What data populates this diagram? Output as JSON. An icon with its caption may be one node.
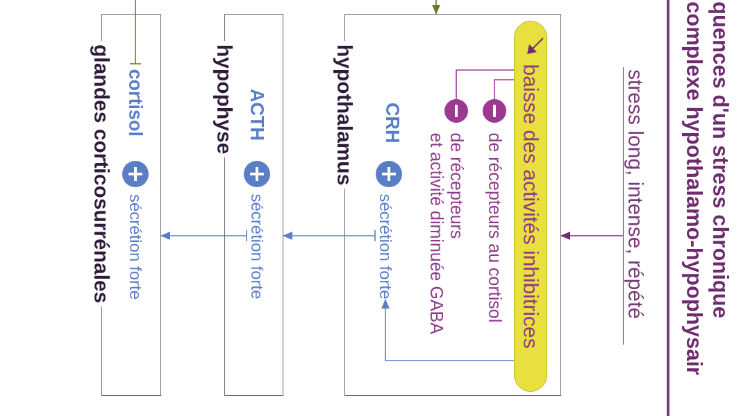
{
  "diagram": {
    "title": "quences d'un stress chronique complexe hypothalamo-hypophysair",
    "nodes": [
      {
        "text": [
          "stress long, intense, répété"
        ]
      },
      {
        "text": [
          "hypothalamus"
        ]
      },
      {
        "text": [
          "baisse des activités inhibitrices"
        ],
        "in": 1
      },
      {
        "text": [],
        "shape": "circle",
        "beside": [
          "de récepteurs au cortisol"
        ],
        "in": 1
      },
      {
        "text": [],
        "shape": "circle",
        "beside": [
          "de récepteurs et activité diminuée GABA"
        ],
        "in": 1
      },
      {
        "text": [
          "sécrétion forte"
        ],
        "in": 1
      },
      {
        "text": [
          "hypophyse"
        ]
      },
      {
        "text": [
          "sécrétion forte"
        ],
        "in": 6
      },
      {
        "text": [
          "glandes corticosurrénales"
        ]
      },
      {
        "text": [
          "cortisol"
        ],
        "in": 8
      }
    ],
    "edges": [
      {
        "from": 0,
        "to": 1,
        "arrow": "to"
      },
      {
        "from": null,
        "to": 1,
        "arrow": "to",
        "color": "#6b7a2a"
      },
      {
        "from": 2,
        "to": 3,
        "arrow": "none",
        "color": "#9c3a92"
      },
      {
        "from": 2,
        "to": 4,
        "arrow": "none",
        "color": "#9c3a92"
      },
      {
        "from": 2,
        "to": 5,
        "arrow": "to",
        "color": "#5a7ec6"
      },
      {
        "from": 5,
        "to": 6,
        "arrow": "to",
        "color": "#5a7ec6"
      },
      {
        "from": 7,
        "to": 8,
        "arrow": "to",
        "color": "#5a7ec6"
      },
      {
        "from": 9,
        "to": null,
        "arrow": "other",
        "color": "#6b7a2a"
      }
    ],
    "labels": [
      "CRH",
      "ACTH",
      "sécrétion forte"
    ]
  }
}
